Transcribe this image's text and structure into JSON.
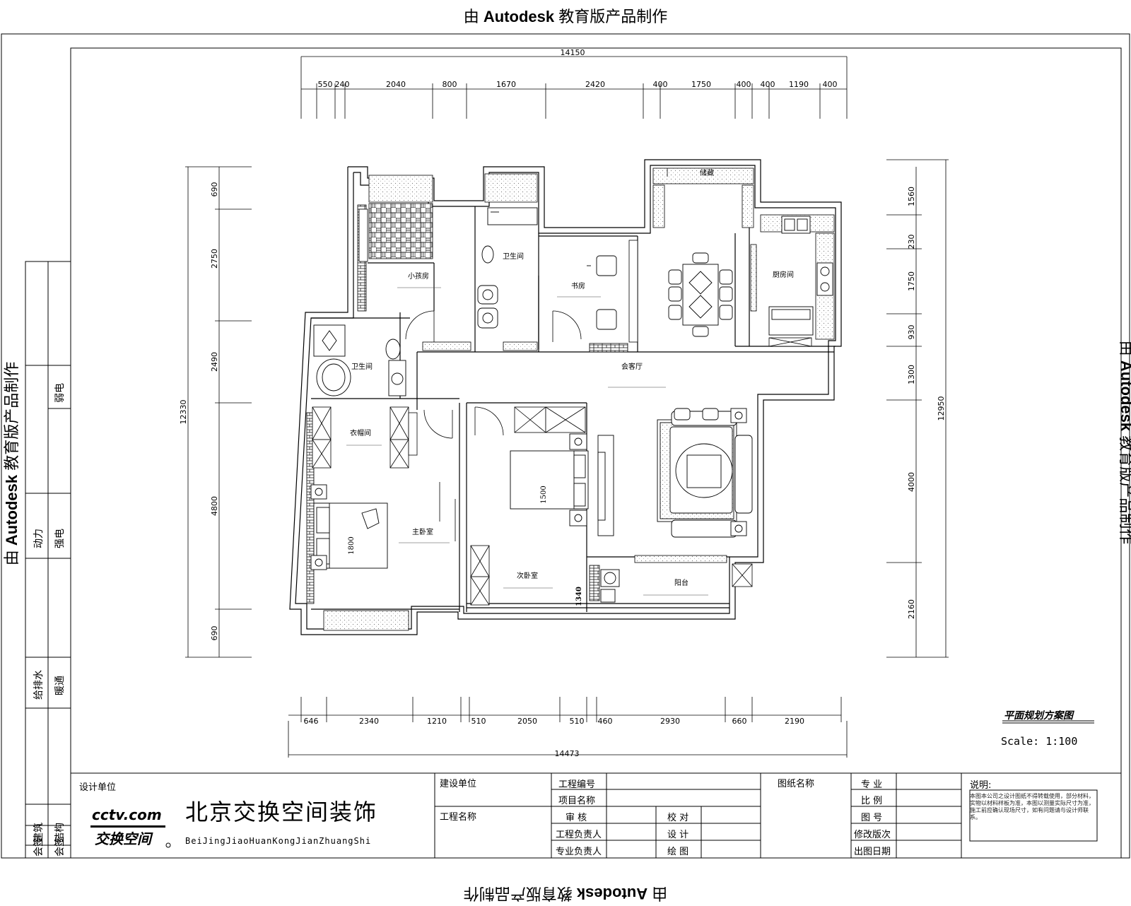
{
  "watermark": {
    "prefix": "由",
    "brand": "Autodesk",
    "suffix": "教育版产品制作"
  },
  "dimensions": {
    "top_total": "14150",
    "top_segments": [
      "550",
      "240",
      "2040",
      "800",
      "1670",
      "2420",
      "400",
      "1750",
      "400",
      "400",
      "1190",
      "400"
    ],
    "bottom_total": "14473",
    "bottom_segments": [
      "646",
      "2340",
      "1210",
      "510",
      "2050",
      "510",
      "460",
      "2930",
      "660",
      "2190"
    ],
    "left_total": "12330",
    "left_segments": [
      "690",
      "2750",
      "2490",
      "4800",
      "690"
    ],
    "right_total": "12950",
    "right_segments": [
      "1560",
      "230",
      "1750",
      "930",
      "1300",
      "4000",
      "2160"
    ]
  },
  "rooms": {
    "small_bedroom": "小孩房",
    "study": "书房",
    "bathroom_upper": "卫生间",
    "bathroom_master": "卫生间",
    "kitchen": "厨房间",
    "dining_living": "会客厅",
    "cloakroom": "衣帽间",
    "master_bedroom": "主卧室",
    "second_bedroom": "次卧室",
    "balcony": "阳台",
    "storage": "储藏",
    "bed_dim_master": "1800",
    "bed_dim_second": "1500",
    "wall_dim": "1340"
  },
  "title_block": {
    "design_unit": "设计单位",
    "company_name": "北京交换空间装饰",
    "company_pinyin": "BeiJingJiaoHuanKongJianZhuangShi",
    "logo_text": "cctv.com",
    "logo_sub": "交换空间",
    "build_unit": "建设单位",
    "project_name": "工程名称",
    "project_no": "工程编号",
    "item_name": "项目名称",
    "review": "审 核",
    "proofread": "校 对",
    "project_lead": "工程负责人",
    "design": "设 计",
    "discipline_lead": "专业负责人",
    "draw": "绘 图",
    "drawing_name": "图纸名称",
    "major": "专 业",
    "ratio": "比 例",
    "drawing_no": "图 号",
    "revision": "修改版次",
    "issue_date": "出图日期",
    "notes_title": "说明:",
    "notes_text": "本图本公司之设计图纸不得转载使用，部分材料，实物以材料样板为准，本图以测量实际尺寸为准，施工前应确认现场尺寸，如有问题请与设计师联系。",
    "drawing_title": "平面规划方案图",
    "scale": "Scale: 1:100"
  },
  "left_strip": {
    "sign": "会签",
    "arch": "建筑",
    "struct": "结构",
    "plumbing": "给排水",
    "hvac": "暖通",
    "power": "动力",
    "strong": "强电",
    "weak": "弱电"
  }
}
